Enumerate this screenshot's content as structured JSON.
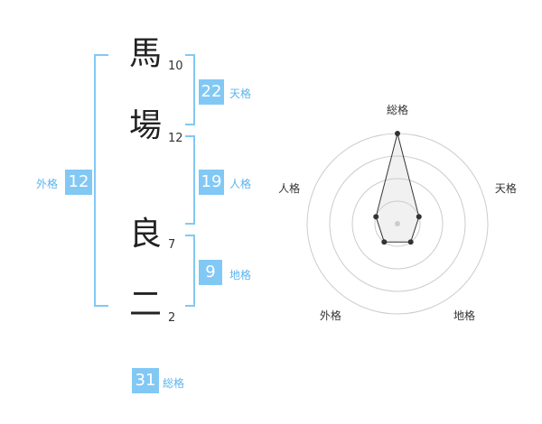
{
  "name": {
    "chars": [
      {
        "char": "馬",
        "strokes": "10"
      },
      {
        "char": "場",
        "strokes": "12"
      },
      {
        "char": "良",
        "strokes": "7"
      },
      {
        "char": "二",
        "strokes": "2"
      }
    ]
  },
  "kaku": {
    "ten": {
      "value": "22",
      "label": "天格"
    },
    "jin": {
      "value": "19",
      "label": "人格"
    },
    "chi": {
      "value": "9",
      "label": "地格"
    },
    "gai": {
      "value": "12",
      "label": "外格"
    },
    "sou": {
      "value": "31",
      "label": "総格"
    }
  },
  "colors": {
    "accent": "#82c8f5",
    "accent_text": "#5bb4ee"
  },
  "chart_data": {
    "type": "radar",
    "axes": [
      "総格",
      "天格",
      "地格",
      "外格",
      "人格"
    ],
    "values": [
      4,
      1,
      1,
      1,
      1
    ],
    "rmax": 4,
    "rings": 4
  }
}
